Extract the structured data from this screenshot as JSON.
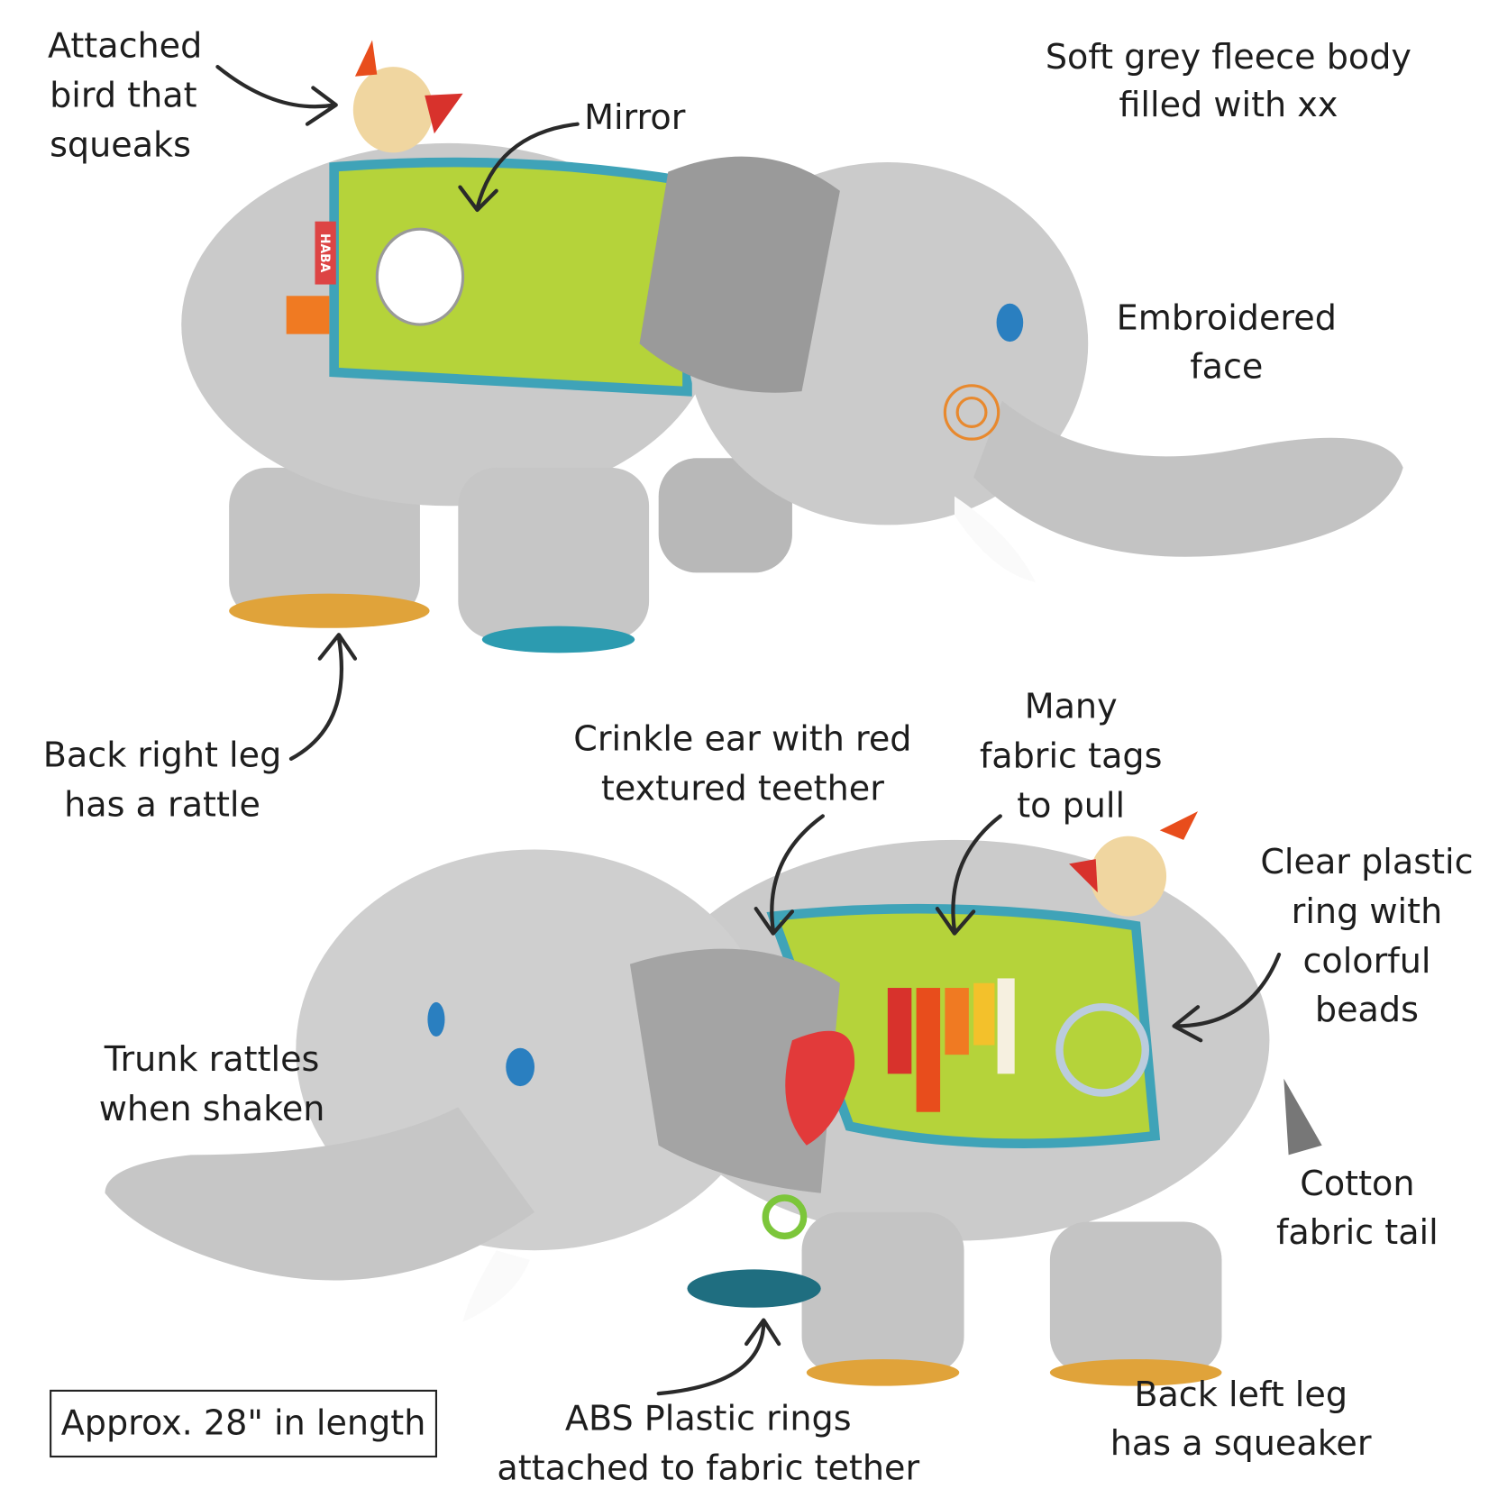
{
  "colors": {
    "body_grey": "#c9c9c9",
    "saddle_green": "#b5d33a",
    "saddle_trim": "#3fa3b8",
    "text": "#1d1d1d"
  },
  "labels": {
    "bird": [
      "Attached",
      "bird that",
      "squeaks"
    ],
    "mirror": [
      "Mirror"
    ],
    "fleece": [
      "Soft grey fleece body",
      "filled with xx"
    ],
    "face": [
      "Embroidered",
      "face"
    ],
    "back_right_leg": [
      "Back right leg",
      "has a rattle"
    ],
    "crinkle_ear": [
      "Crinkle ear with red",
      "textured teether"
    ],
    "tags": [
      "Many",
      "fabric tags",
      "to pull"
    ],
    "ring": [
      "Clear plastic",
      "ring with",
      "colorful",
      "beads"
    ],
    "trunk": [
      "Trunk rattles",
      "when shaken"
    ],
    "tail": [
      "Cotton",
      "fabric tail"
    ],
    "back_left_leg": [
      "Back left leg",
      "has a squeaker"
    ],
    "abs_rings": [
      "ABS Plastic rings",
      "attached to fabric tether"
    ]
  },
  "length_box": "Approx. 28\" in length",
  "brand_tag": "HABA"
}
